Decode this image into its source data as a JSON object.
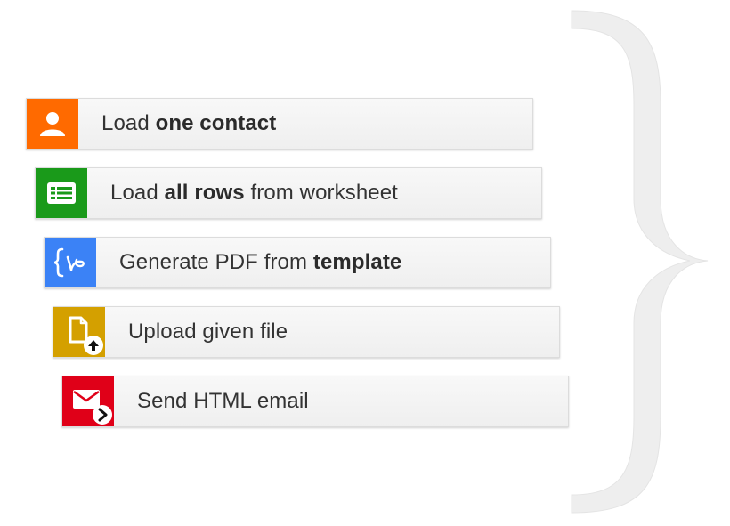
{
  "colors": {
    "contact": "#ff6a00",
    "worksheet": "#1a9a1a",
    "template": "#3b82f6",
    "upload": "#d4a000",
    "email": "#e00018",
    "brace": "#eeeeee"
  },
  "steps": [
    {
      "icon": "person-icon",
      "parts": [
        "Load ",
        "one contact",
        ""
      ]
    },
    {
      "icon": "spreadsheet-icon",
      "parts": [
        "Load ",
        "all rows",
        " from worksheet"
      ]
    },
    {
      "icon": "template-braces-icon",
      "parts": [
        "Generate PDF from ",
        "template",
        ""
      ]
    },
    {
      "icon": "file-upload-icon",
      "parts": [
        "Upload given file",
        "",
        ""
      ]
    },
    {
      "icon": "email-send-icon",
      "parts": [
        "Send HTML email",
        "",
        ""
      ]
    }
  ]
}
